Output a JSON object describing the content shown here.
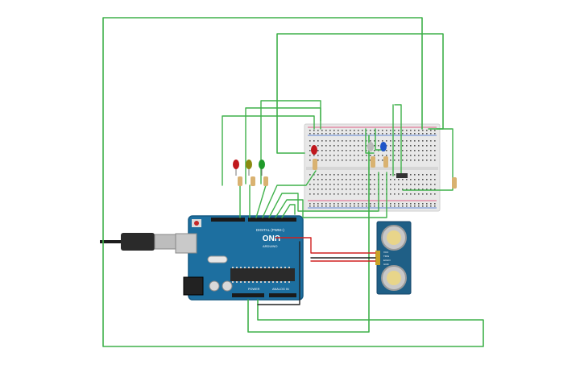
{
  "colors": {
    "wire_green": "#3fb14a",
    "wire_red": "#d02020",
    "wire_black": "#222222",
    "arduino_blue": "#1d6fa0",
    "sensor_blue": "#1f5f86",
    "breadboard": "#e9e9e9",
    "led_red": "#c0181c",
    "led_yellow": "#8a8a10",
    "led_green": "#1f9a2a",
    "led_blue": "#1e56c8",
    "led_white": "#b9b9b9"
  },
  "arduino": {
    "brand": "ARDUINO",
    "model": "UNO",
    "digital_label": "DIGITAL (PWM~)",
    "power_label": "POWER",
    "analog_label": "ANALOG IN"
  },
  "sensor": {
    "pin_labels": [
      "VCC",
      "TRIG",
      "ECHO",
      "GND"
    ]
  },
  "components": {
    "leds_left": [
      "red",
      "yellow",
      "green"
    ],
    "leds_board": [
      "red",
      "white",
      "blue"
    ]
  }
}
